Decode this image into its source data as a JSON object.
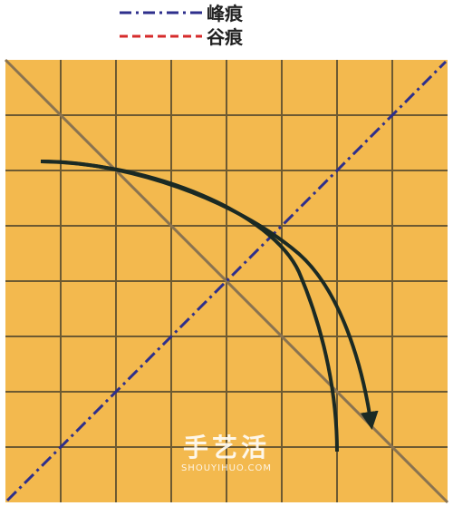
{
  "legend": {
    "mountain_fold": {
      "label": "峰痕",
      "color": "#2e2f8c"
    },
    "valley_fold": {
      "label": "谷痕",
      "color": "#d62b2b"
    }
  },
  "paper": {
    "color": "#f3b94e",
    "grid_color": "#6d5a32",
    "grid_divisions": 8
  },
  "arrow": {
    "color": "#1b2a24"
  },
  "watermark": {
    "cn": "手艺活",
    "en": "SHOUYIHUO.COM"
  }
}
